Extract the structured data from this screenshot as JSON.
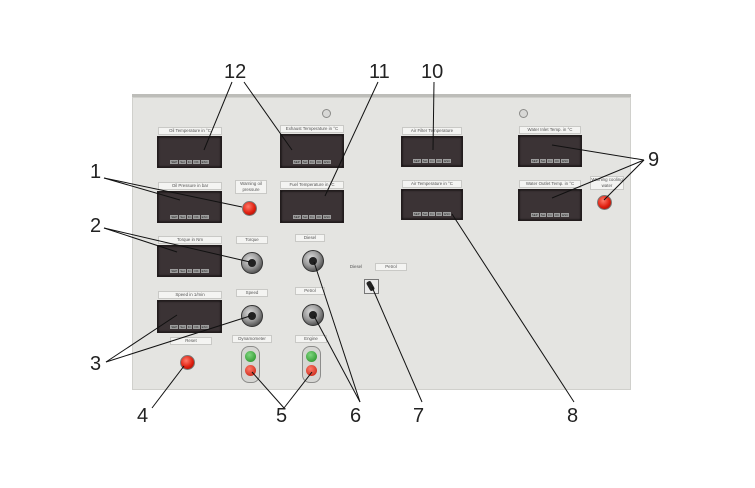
{
  "panel_labels": {
    "oil_temperature": "Oil Temperature in °C",
    "exhaust_temperature": "Exhaust Temperature in °C",
    "air_filter_temperature": "Air Filter Temperature",
    "water_inlet_temp": "Water Inlet Temp. in °C",
    "oil_pressure": "Oil Pressure in bar",
    "warning_oil_pressure": "Warning oil pressure",
    "fuel_temperature": "Fuel Temperature in °C",
    "air_temperature": "Air Temperature in °C",
    "water_outlet_temp": "Water Outlet Temp. in °C",
    "warning_cooling_water": "Warning cooling water",
    "torque": "Torque in Nm",
    "torque_switch": "Torque",
    "diesel_switch": "Diesel",
    "diesel_selector": "Diesel",
    "petrol_selector": "Petrol",
    "speed": "Speed in 1/min",
    "speed_switch": "Speed",
    "petrol_switch": "Petrol",
    "reset": "Reset",
    "dynamometer": "Dynamometer",
    "engine": "Engine"
  },
  "display_keys": [
    "SEP",
    "Set",
    "Fn",
    "OK",
    "ESC"
  ],
  "callouts": {
    "n1": "1",
    "n2": "2",
    "n3": "3",
    "n4": "4",
    "n5": "5",
    "n6": "6",
    "n7": "7",
    "n8": "8",
    "n9": "9",
    "n10": "10",
    "n11": "11",
    "n12": "12"
  },
  "colors": {
    "panel": "#e4e4e1",
    "display": "#3b3335",
    "warning_red": "#e02010",
    "start_green": "#1e8a1e"
  }
}
